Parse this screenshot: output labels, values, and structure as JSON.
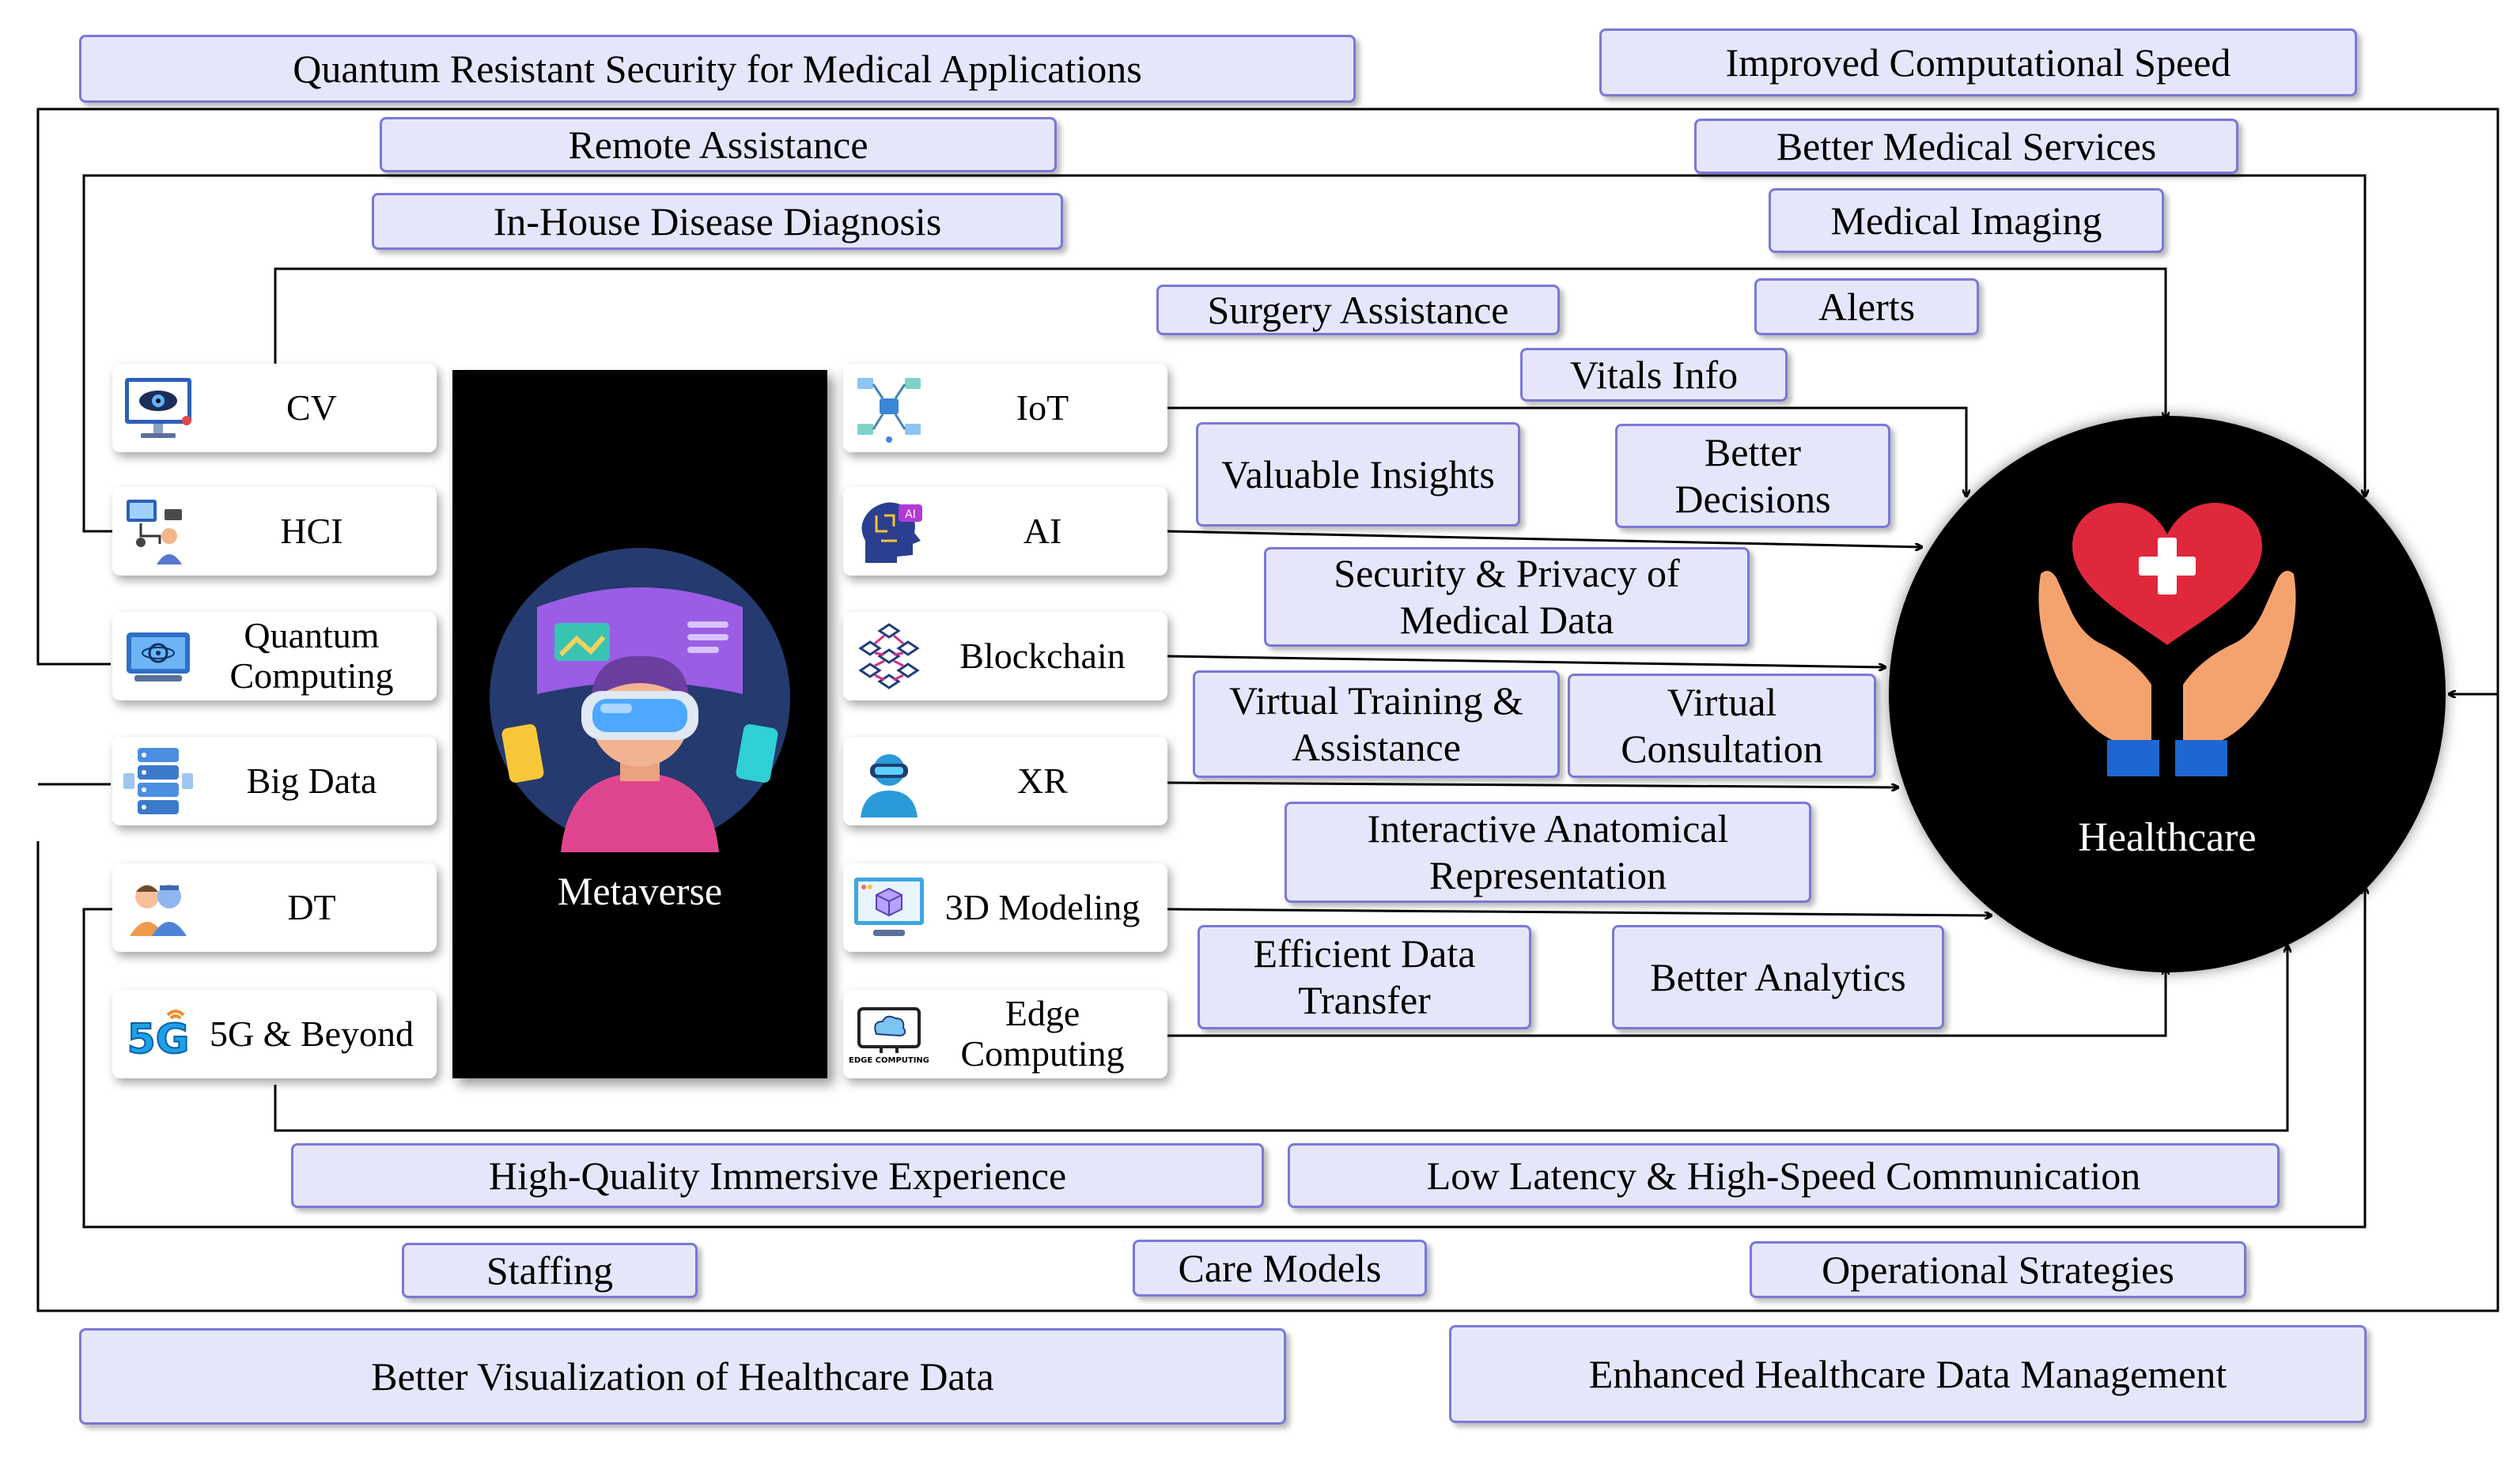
{
  "hub": {
    "left_label": "Metaverse",
    "right_label": "Healthcare"
  },
  "technologies_left": [
    "CV",
    "HCI",
    "Quantum Computing",
    "Big Data",
    "DT",
    "5G & Beyond"
  ],
  "technologies_right": [
    "IoT",
    "AI",
    "Blockchain",
    "XR",
    "3D Modeling",
    "Edge Computing"
  ],
  "benefits": {
    "quantum_security": "Quantum Resistant Security for Medical Applications",
    "computational_speed": "Improved Computational Speed",
    "remote_assistance": "Remote Assistance",
    "better_medical_services": "Better Medical Services",
    "in_house_diagnosis": "In-House Disease Diagnosis",
    "medical_imaging": "Medical Imaging",
    "surgery_assistance": "Surgery Assistance",
    "alerts": "Alerts",
    "vitals_info": "Vitals Info",
    "valuable_insights": "Valuable Insights",
    "better_decisions": "Better Decisions",
    "security_privacy": "Security & Privacy of Medical Data",
    "virtual_training": "Virtual Training & Assistance",
    "virtual_consultation": "Virtual Consultation",
    "anatomical_representation": "Interactive Anatomical Representation",
    "efficient_transfer": "Efficient Data Transfer",
    "better_analytics": "Better Analytics",
    "immersive_experience": "High-Quality Immersive Experience",
    "low_latency": "Low Latency & High-Speed Communication",
    "staffing": "Staffing",
    "care_models": "Care Models",
    "operational_strategies": "Operational Strategies",
    "better_visualization": "Better Visualization of Healthcare Data",
    "data_management": "Enhanced Healthcare Data Management"
  },
  "icons": {
    "cv": "monitor-eye-icon",
    "hci": "user-computer-icon",
    "quantum": "quantum-chip-icon",
    "bigdata": "database-icon",
    "dt": "digital-twin-icon",
    "5g": "5g-icon",
    "iot": "iot-network-icon",
    "ai": "ai-brain-icon",
    "blockchain": "blockchain-icon",
    "xr": "vr-user-icon",
    "modeling": "3d-modeling-icon",
    "edge": "edge-computing-icon",
    "edge_caption": "EDGE COMPUTING"
  },
  "colors": {
    "box_fill": "#e6e6fb",
    "box_border": "#7a78d8",
    "heart": "#e0283c",
    "hands": "#f5a36e",
    "cuffs": "#1e66d0"
  }
}
